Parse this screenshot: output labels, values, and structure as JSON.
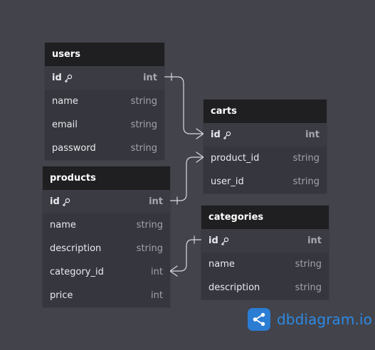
{
  "tables": {
    "users": {
      "name": "users",
      "fields": [
        {
          "name": "id",
          "type": "int",
          "primary_key": true
        },
        {
          "name": "name",
          "type": "string"
        },
        {
          "name": "email",
          "type": "string"
        },
        {
          "name": "password",
          "type": "string"
        }
      ]
    },
    "carts": {
      "name": "carts",
      "fields": [
        {
          "name": "id",
          "type": "int",
          "primary_key": true
        },
        {
          "name": "product_id",
          "type": "string"
        },
        {
          "name": "user_id",
          "type": "string"
        }
      ]
    },
    "products": {
      "name": "products",
      "fields": [
        {
          "name": "id",
          "type": "int",
          "primary_key": true
        },
        {
          "name": "name",
          "type": "string"
        },
        {
          "name": "description",
          "type": "string"
        },
        {
          "name": "category_id",
          "type": "int"
        },
        {
          "name": "price",
          "type": "int"
        }
      ]
    },
    "categories": {
      "name": "categories",
      "fields": [
        {
          "name": "id",
          "type": "int",
          "primary_key": true
        },
        {
          "name": "name",
          "type": "string"
        },
        {
          "name": "description",
          "type": "string"
        }
      ]
    }
  },
  "relationships": [
    {
      "from": "users.id",
      "to": "carts.id",
      "cardinality": "one-to-many"
    },
    {
      "from": "products.id",
      "to": "carts.product_id",
      "cardinality": "one-to-many"
    },
    {
      "from": "categories.id",
      "to": "products.category_id",
      "cardinality": "one-to-many"
    }
  ],
  "logo": {
    "brand": "dbdiagram",
    "suffix": ".io"
  },
  "colors": {
    "background": "#43434b",
    "table_header": "#1f1f21",
    "table_body": "#36363e",
    "connector": "#d9d9de",
    "logo": "#2b7cd3"
  },
  "icons": {
    "primary_key": "key-icon",
    "logo": "share-nodes-icon"
  }
}
